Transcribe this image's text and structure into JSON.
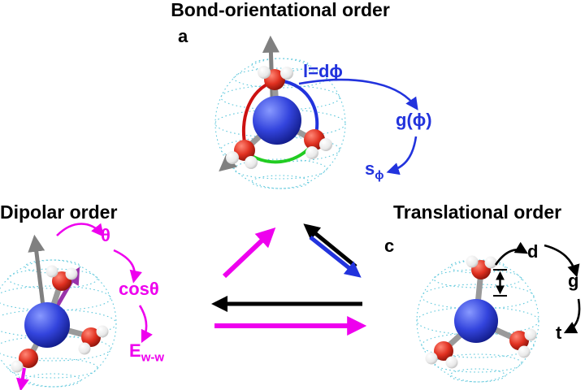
{
  "figure": {
    "bond": {
      "title": "Bond-orientational order",
      "panel_label": "a",
      "steps": {
        "step1": "l=dϕ",
        "step2": "g(ϕ)",
        "step3_base": "s",
        "step3_sub": "ϕ"
      },
      "accent_color": "#2233dd"
    },
    "dipolar": {
      "title": "Dipolar order",
      "steps": {
        "step1": "θ",
        "step2": "cosθ",
        "step3_base": "E",
        "step3_sub": "w-w"
      },
      "accent_color": "#ee00ee"
    },
    "translational": {
      "title": "Translational order",
      "panel_label": "c",
      "steps": {
        "step1": "d",
        "step2": "g",
        "step3": "t"
      },
      "accent_color": "#000000"
    },
    "colors": {
      "sphere_mesh": "#5fc8dc",
      "central_atom": "#2233cc",
      "oxygen": "#dd2211",
      "hydrogen": "#f2f2f2",
      "axis_arrow": "#808080",
      "dipole_arrow": "#9933aa",
      "arc_red": "#cc1111",
      "arc_blue": "#2233dd",
      "arc_green": "#22cc22"
    }
  }
}
